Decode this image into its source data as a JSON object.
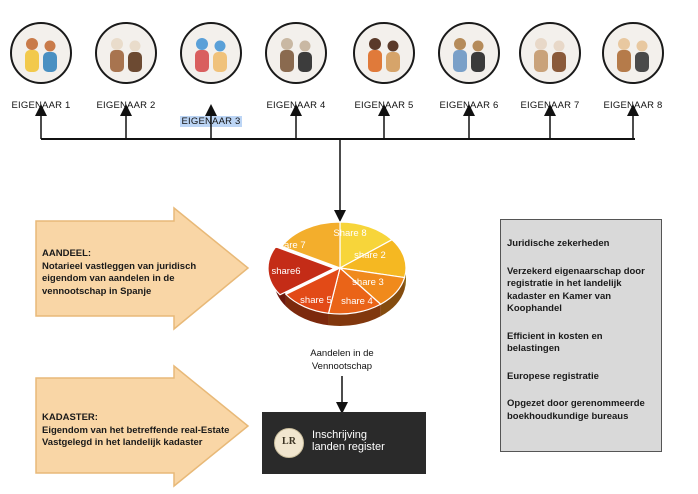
{
  "owners": [
    {
      "label": "EIGENAAR 1",
      "icon": "family-beach-photo"
    },
    {
      "label": "EIGENAAR 2",
      "icon": "couple-dining-photo"
    },
    {
      "label": "EIGENAAR 3",
      "icon": "family-photo",
      "selected": true
    },
    {
      "label": "EIGENAAR 4",
      "icon": "tourist-photo"
    },
    {
      "label": "EIGENAAR 5",
      "icon": "women-talking-photo"
    },
    {
      "label": "EIGENAAR 6",
      "icon": "cyclists-photo"
    },
    {
      "label": "EIGENAAR 7",
      "icon": "senior-couple-photo"
    },
    {
      "label": "EIGENAAR 8",
      "icon": "couple-map-photo"
    }
  ],
  "pie": {
    "slices": [
      {
        "label": "Share 8",
        "color": "#f7d53a"
      },
      {
        "label": "share 2",
        "color": "#f5b822"
      },
      {
        "label": "share 3",
        "color": "#f08a1c"
      },
      {
        "label": "share 4",
        "color": "#ea6418"
      },
      {
        "label": "share 5",
        "color": "#e24a17"
      },
      {
        "label": "share6",
        "color": "#c42c17"
      },
      {
        "label": "Share 7",
        "color": "#f3ae2c"
      }
    ],
    "caption_line1": "Aandelen in de",
    "caption_line2": "Vennootschap"
  },
  "aandeel": {
    "title": "AANDEEL:",
    "line1": "Notarieel vastleggen van juridisch",
    "line2": "eigendom van aandelen in de",
    "line3": "vennootschap in Spanje"
  },
  "kadaster": {
    "title": "KADASTER:",
    "line1": "Eigendom van het betreffende real-Estate",
    "line2": "Vastgelegd in het landelijk kadaster"
  },
  "register": {
    "logo_text": "LR",
    "line1": "Inschrijving",
    "line2": "landen register"
  },
  "benefits": [
    "Juridische zekerheden",
    "Verzekerd eigenaarschap door registratie in het landelijk kadaster en Kamer van Koophandel",
    "Efficient in kosten en belastingen",
    "Europese registratie",
    "Opgezet door gerenommeerde boekhoudkundige bureaus"
  ],
  "colors": {
    "arrow_fill": "#f9d6a6",
    "arrow_stroke": "#e8b978",
    "box_fill": "#d9d9d9",
    "register_bg": "#2a2a2a"
  }
}
